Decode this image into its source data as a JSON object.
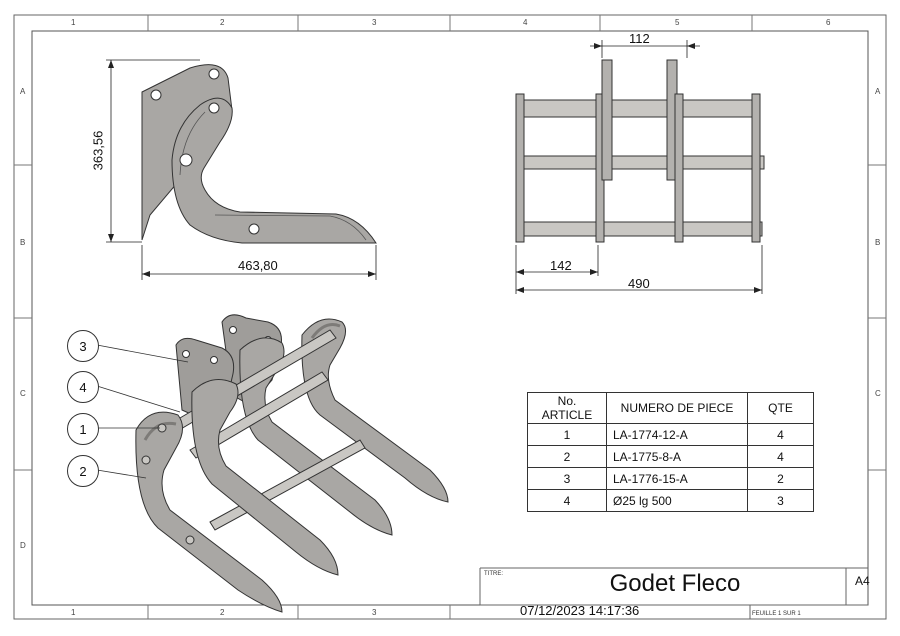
{
  "zones": {
    "columns": [
      "1",
      "2",
      "3",
      "4",
      "5",
      "6"
    ],
    "rows": [
      "A",
      "B",
      "C",
      "D"
    ]
  },
  "dimensions": {
    "side_height": "363,56",
    "side_length": "463,80",
    "top_spacing": "112",
    "top_pitch": "142",
    "top_width": "490"
  },
  "balloons": [
    "3",
    "4",
    "1",
    "2"
  ],
  "bom": {
    "headers": {
      "article_line1": "No.",
      "article_line2": "ARTICLE",
      "part_number": "NUMERO DE PIECE",
      "qty": "QTE"
    },
    "rows": [
      {
        "article": "1",
        "part": "LA-1774-12-A",
        "qty": "4"
      },
      {
        "article": "2",
        "part": "LA-1775-8-A",
        "qty": "4"
      },
      {
        "article": "3",
        "part": "LA-1776-15-A",
        "qty": "2"
      },
      {
        "article": "4",
        "part": "Ø25 lg 500",
        "qty": "3"
      }
    ]
  },
  "title_block": {
    "title_label": "TITRE:",
    "title": "Godet Fleco",
    "date": "07/12/2023 14:17:36",
    "size": "A4",
    "sheet": "FEUILLE 1 SUR 1"
  },
  "colors": {
    "part_fill": "#a9a7a4",
    "part_dark": "#7d7b78",
    "part_light": "#c9c7c3",
    "line": "#333333"
  }
}
